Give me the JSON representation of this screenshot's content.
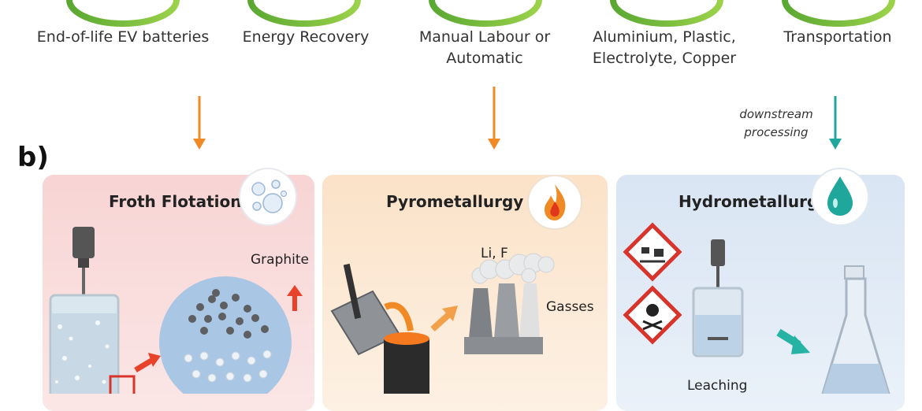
{
  "top_steps": [
    {
      "label": "End-of-life EV batteries"
    },
    {
      "label": "Energy Recovery"
    },
    {
      "label": "Manual Labour or Automatic"
    },
    {
      "label": "Aluminium, Plastic, Electrolyte, Copper"
    },
    {
      "label": "Transportation"
    }
  ],
  "flow": {
    "note": "downstream processing"
  },
  "section_b": {
    "label": "b)"
  },
  "panels": [
    {
      "title": "Froth Flotation",
      "output_label": "Graphite",
      "icon": "bubbles-icon"
    },
    {
      "title": "Pyrometallurgy",
      "output_label": "Li, F",
      "gas_label": "Gasses",
      "icon": "flame-icon"
    },
    {
      "title": "Hydrometallurgy",
      "step_label": "Leaching",
      "icon": "droplet-icon"
    }
  ],
  "colors": {
    "ring_green": "#7cc243",
    "arrow_orange": "#f08a24",
    "arrow_teal": "#1fa79c",
    "panel_pink": "#fbe1e1",
    "panel_peach": "#fcebd9",
    "panel_blue": "#e3ecf6"
  }
}
